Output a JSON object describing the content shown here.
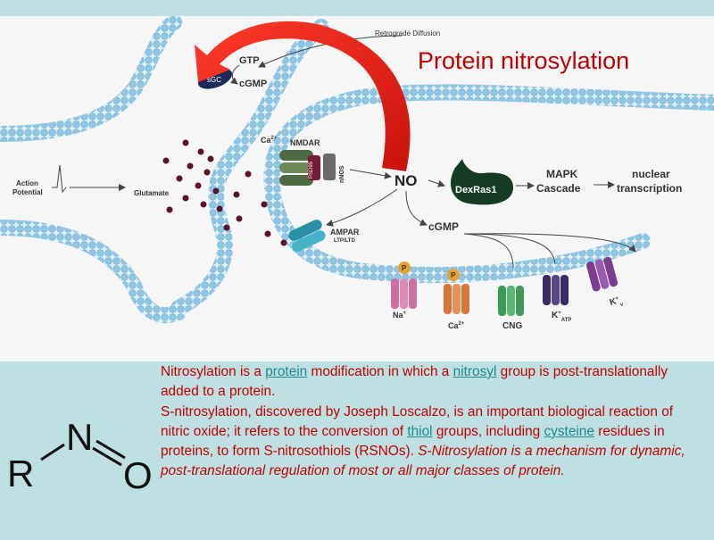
{
  "diagram": {
    "title": "Protein nitrosylation",
    "labels": {
      "retrograde": "Retrograde Diffusion",
      "sgc": "sGC",
      "gtp": "GTP",
      "cgmp_top": "cGMP",
      "action_potential_1": "Action",
      "action_potential_2": "Potential",
      "glutamate": "Glutamate",
      "ca_top": "Ca",
      "ca_top_sup": "2+",
      "nmdar": "NMDAR",
      "psd95": "PSD95",
      "nnos": "nNOS",
      "no": "NO",
      "dexras": "DexRas1",
      "mapk_1": "MAPK",
      "mapk_2": "Cascade",
      "nuclear_1": "nuclear",
      "nuclear_2": "transcription",
      "ampar": "AMPAR",
      "ltp": "LTP/LTD",
      "cgmp_mid": "cGMP",
      "p1": "P",
      "p2": "P",
      "na": "Na",
      "na_sup": "+",
      "ca_bot": "Ca",
      "ca_bot_sup": "2+",
      "cng": "CNG",
      "katp": "K",
      "katp_sup": "+",
      "katp_sub": "ATP",
      "kv": "K",
      "kv_sup": "+",
      "kv_sub": "v"
    },
    "colors": {
      "arrow": "#e0201c",
      "title": "#c00000",
      "membrane": "#8fc6e4"
    }
  },
  "caption": {
    "p1_a": "Nitrosylation is a ",
    "p1_link1": "protein",
    "p1_b": " modification in which a ",
    "p1_link2": "nitrosyl",
    "p1_c": " group is post-translationally added to a protein.",
    "p2_a": "S-nitrosylation, discovered by Joseph Loscalzo, is an important biological reaction of nitric oxide; it refers to the conversion of ",
    "p2_link1": "thiol",
    "p2_b": " groups, including ",
    "p2_link2": "cysteine",
    "p2_c": " residues in proteins, to form S-nitrosothiols (RSNOs). ",
    "p2_italic": "S-Nitrosylation is a mechanism for dynamic, post-translational regulation  of most or all major classes of protein."
  },
  "structure": {
    "r": "R",
    "n": "N",
    "o": "O"
  }
}
